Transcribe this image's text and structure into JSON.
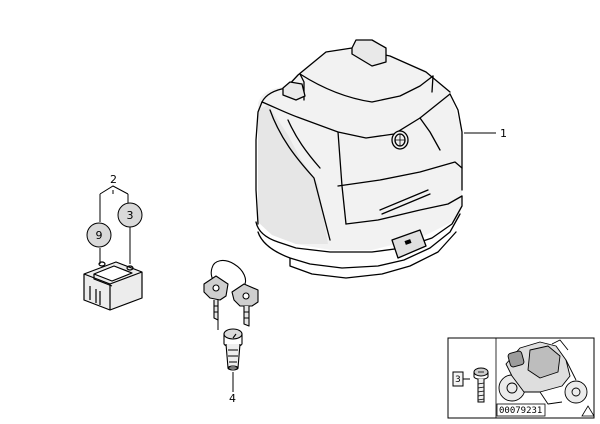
{
  "callouts": {
    "c1": "1",
    "c2": "2",
    "c3": "3",
    "c4": "4",
    "c3_inset": "3"
  },
  "badges": {
    "circle_9": "9",
    "circle_3": "3"
  },
  "reference_number": "00079231"
}
